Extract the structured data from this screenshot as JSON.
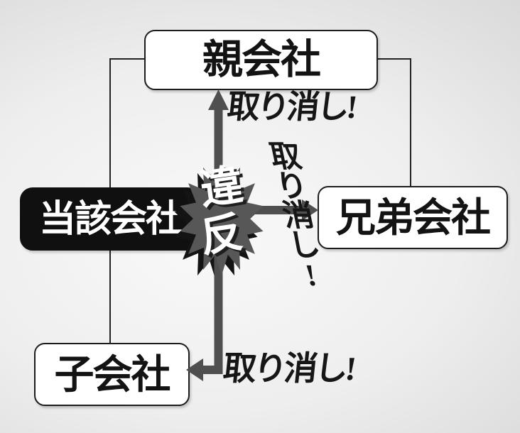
{
  "diagram": {
    "nodes": {
      "parent": {
        "label": "親会社"
      },
      "subject": {
        "label": "当該会社"
      },
      "sibling": {
        "label": "兄弟会社"
      },
      "subsidiary": {
        "label": "子会社"
      }
    },
    "violation_badge": {
      "label": "違反"
    },
    "arrow_labels": {
      "to_parent": "取り消し!",
      "to_sibling": "取り消し!",
      "to_subsidiary": "取り消し!"
    },
    "colors": {
      "background_light": "#f9f9f9",
      "background_dark": "#cfcfcf",
      "arrow_gray": "#4f4f4f",
      "star_gray": "#575757",
      "star_shadow_black": "#141414",
      "connector_line": "#222222",
      "node_background": "#ffffff",
      "node_border": "#1c1c1c",
      "subject_background": "#101010",
      "subject_text": "#ffffff",
      "label_text": "#161616"
    }
  }
}
